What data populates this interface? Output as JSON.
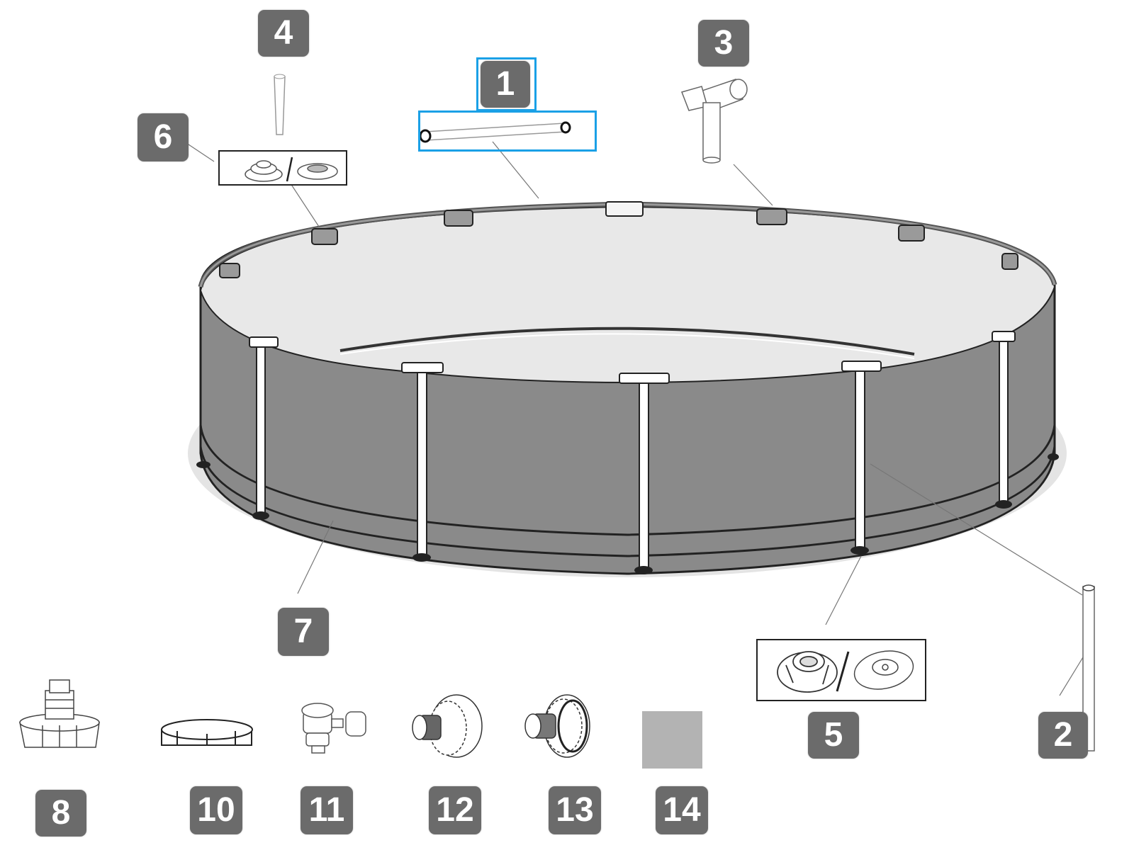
{
  "diagram": {
    "type": "exploded parts diagram",
    "subject": "round above-ground frame pool",
    "colors": {
      "badge_bg": "#6b6b6b",
      "badge_text": "#ffffff",
      "highlight": "#1aa0e6",
      "pool_wall": "#8a8a8a",
      "pool_interior": "#e8e8e8",
      "top_rail": "#6e6e6e",
      "liner_swatch": "#b3b3b3"
    },
    "selected_part": "1",
    "parts": [
      {
        "id": "1",
        "label": "1",
        "name": "top rail",
        "selected": true
      },
      {
        "id": "2",
        "label": "2",
        "name": "vertical leg"
      },
      {
        "id": "3",
        "label": "3",
        "name": "T-joint"
      },
      {
        "id": "4",
        "label": "4",
        "name": "joint pin"
      },
      {
        "id": "5",
        "label": "5",
        "name": "leg cap / foot"
      },
      {
        "id": "6",
        "label": "6",
        "name": "rubber cap / seal"
      },
      {
        "id": "7",
        "label": "7",
        "name": "pool liner"
      },
      {
        "id": "8",
        "label": "8",
        "name": "hose adapter"
      },
      {
        "id": "10",
        "label": "10",
        "name": "drain cap"
      },
      {
        "id": "11",
        "label": "11",
        "name": "filter connector valve"
      },
      {
        "id": "12",
        "label": "12",
        "name": "inlet strainer"
      },
      {
        "id": "13",
        "label": "13",
        "name": "outlet strainer"
      },
      {
        "id": "14",
        "label": "14",
        "name": "repair patch"
      }
    ],
    "part6_box": {
      "divider": "/"
    },
    "part5_box": {
      "divider": "/"
    }
  }
}
